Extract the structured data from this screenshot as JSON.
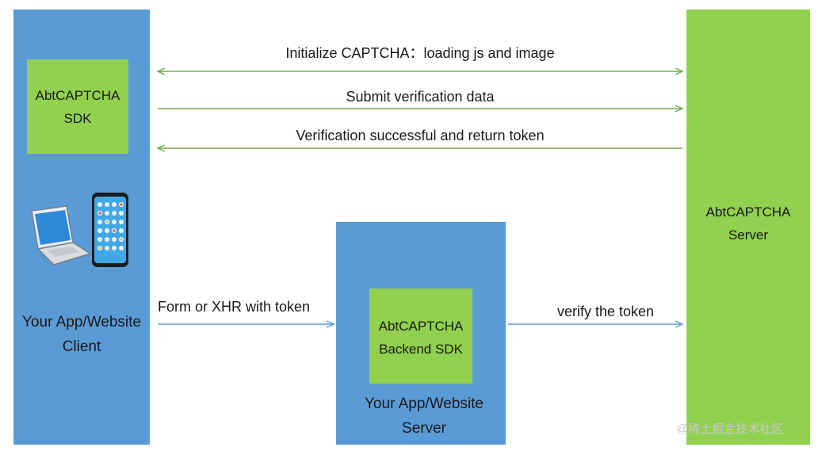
{
  "diagram": {
    "client_panel": {
      "line1": "Your App/Website",
      "line2": "Client"
    },
    "sdk_box": {
      "line1": "AbtCAPTCHA",
      "line2": "SDK"
    },
    "server_panel": {
      "line1": "AbtCAPTCHA",
      "line2": "Server"
    },
    "backend_panel": {
      "line1": "Your App/Website",
      "line2": "Server"
    },
    "backend_sdk_box": {
      "line1": "AbtCAPTCHA",
      "line2": "Backend SDK"
    },
    "arrows": {
      "init": "Initialize CAPTCHA：loading js and image",
      "submit": "Submit verification data",
      "success": "Verification successful and return token",
      "form": "Form or XHR with token",
      "verify": "verify the token"
    },
    "colors": {
      "blue": "#5b9bd5",
      "green": "#92d050",
      "green_arrow": "#70ad47",
      "blue_arrow": "#5b9bd5"
    },
    "icons": [
      "laptop-icon",
      "smartphone-icon"
    ]
  },
  "watermark": "@稀土掘金技术社区"
}
